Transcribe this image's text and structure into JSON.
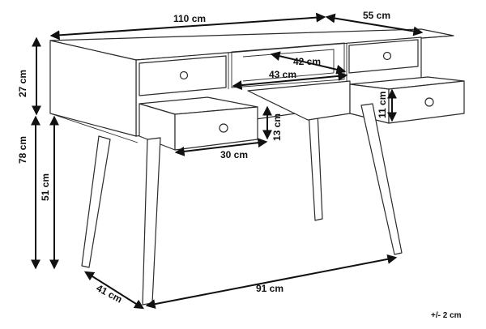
{
  "dimensions": {
    "width_top": "110 cm",
    "depth_top": "55 cm",
    "inner_width": "42 cm",
    "shelf_width": "43 cm",
    "top_section_height": "27 cm",
    "total_height": "78 cm",
    "leg_height": "51 cm",
    "drawer_height_left": "13 cm",
    "drawer_width": "30 cm",
    "drawer_height_right": "11 cm",
    "leg_depth_span": "41 cm",
    "leg_width_span": "91 cm"
  },
  "tolerance": "+/- 2 cm",
  "colors": {
    "line": "#2b2b2b",
    "dimension": "#111111",
    "background": "#ffffff"
  }
}
